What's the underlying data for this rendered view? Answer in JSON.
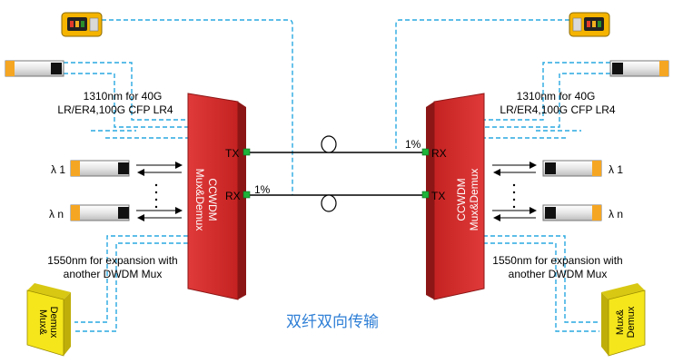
{
  "labels": {
    "left_cfp_line1": "1310nm for 40G",
    "left_cfp_line2": "LR/ER4,100G CFP LR4",
    "right_cfp_line1": "1310nm for 40G",
    "right_cfp_line2": "LR/ER4,100G CFP LR4",
    "left_exp_line1": "1550nm for expansion with",
    "left_exp_line2": "another DWDM Mux",
    "right_exp_line1": "1550nm for expansion with",
    "right_exp_line2": "another DWDM Mux",
    "left_mux_line1": "CCWDM",
    "left_mux_line2": "Mux&Demux",
    "right_mux_line1": "CCWDM",
    "right_mux_line2": "Mux&Demux",
    "left_tx": "TX",
    "left_rx": "RX",
    "right_rx": "RX",
    "right_tx": "TX",
    "tap_left": "1%",
    "tap_right": "1%",
    "lambda_1_left": "λ 1",
    "lambda_n_left": "λ n",
    "lambda_1_right": "λ 1",
    "lambda_n_right": "λ n",
    "dwdm_left_line1": "Mux&",
    "dwdm_left_line2": "Demux",
    "dwdm_right_line1": "Mux&",
    "dwdm_right_line2": "Demux",
    "caption": "双纤双向传输"
  },
  "colors": {
    "mux_red": "#d42b2b",
    "mux_red_dark": "#8c1616",
    "fiber_blue": "#29a9e0",
    "port_green": "#1fb33a",
    "caption_blue": "#2f7fd6",
    "dwdm_yellow": "#f5e61c",
    "sfp_orange": "#f5a623",
    "meter_body": "#f5b400"
  },
  "icons": [
    "power-meter-icon",
    "cfp-module-icon",
    "sfp-module-icon",
    "dwdm-mux-icon",
    "fiber-spool-icon"
  ]
}
